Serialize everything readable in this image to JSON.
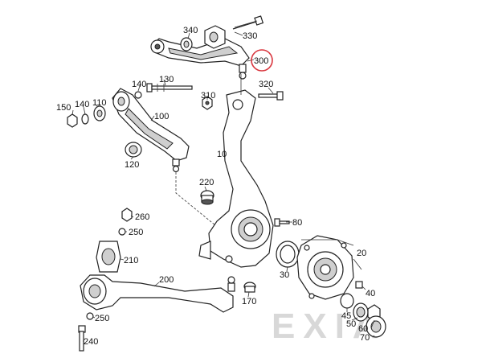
{
  "parts": [
    {
      "id": "p340",
      "label": "340"
    },
    {
      "id": "p330",
      "label": "330"
    },
    {
      "id": "p300",
      "label": "300"
    },
    {
      "id": "p140a",
      "label": "140"
    },
    {
      "id": "p130",
      "label": "130"
    },
    {
      "id": "p320",
      "label": "320"
    },
    {
      "id": "p310",
      "label": "310"
    },
    {
      "id": "p150",
      "label": "150"
    },
    {
      "id": "p140b",
      "label": "140"
    },
    {
      "id": "p110",
      "label": "110"
    },
    {
      "id": "p100",
      "label": "100"
    },
    {
      "id": "p120",
      "label": "120"
    },
    {
      "id": "p10",
      "label": "10"
    },
    {
      "id": "p220",
      "label": "220"
    },
    {
      "id": "p260",
      "label": "260"
    },
    {
      "id": "p250a",
      "label": "250"
    },
    {
      "id": "p80",
      "label": "80"
    },
    {
      "id": "p210",
      "label": "210"
    },
    {
      "id": "p20",
      "label": "20"
    },
    {
      "id": "p200",
      "label": "200"
    },
    {
      "id": "p30",
      "label": "30"
    },
    {
      "id": "p40",
      "label": "40"
    },
    {
      "id": "p170",
      "label": "170"
    },
    {
      "id": "p45",
      "label": "45"
    },
    {
      "id": "p50",
      "label": "50"
    },
    {
      "id": "p250b",
      "label": "250"
    },
    {
      "id": "p60",
      "label": "60"
    },
    {
      "id": "p70",
      "label": "70"
    },
    {
      "id": "p240",
      "label": "240"
    }
  ],
  "highlight": {
    "part_label": "300",
    "color": "#d9363e"
  },
  "watermark": {
    "text": "EXIA",
    "color": "#d8d8d8"
  }
}
